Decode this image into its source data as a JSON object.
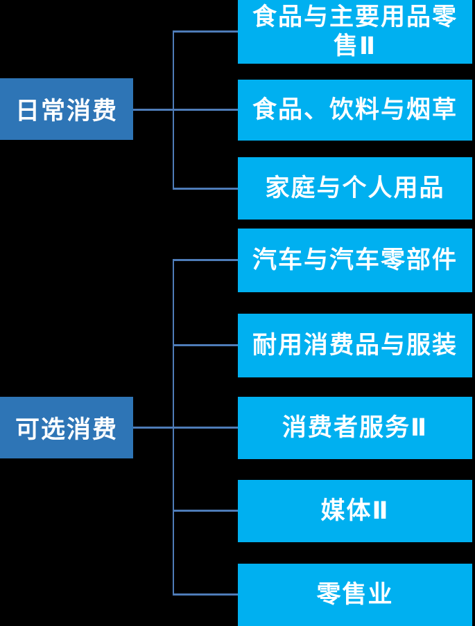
{
  "diagram": {
    "type": "hierarchy-tree",
    "background_color": "#000000",
    "colors": {
      "parent_fill": "#2E75B6",
      "child_fill": "#00B0F0",
      "connector": "#4E7CB8",
      "text": "#FFFFFF"
    },
    "groups": [
      {
        "parent": {
          "label": "日常消费"
        },
        "children": [
          {
            "label": "食品与主要用品零售Ⅱ"
          },
          {
            "label": "食品、饮料与烟草"
          },
          {
            "label": "家庭与个人用品"
          }
        ]
      },
      {
        "parent": {
          "label": "可选消费"
        },
        "children": [
          {
            "label": "汽车与汽车零部件"
          },
          {
            "label": "耐用消费品与服装"
          },
          {
            "label": "消费者服务Ⅱ"
          },
          {
            "label": "媒体Ⅱ"
          },
          {
            "label": "零售业"
          }
        ]
      }
    ]
  }
}
